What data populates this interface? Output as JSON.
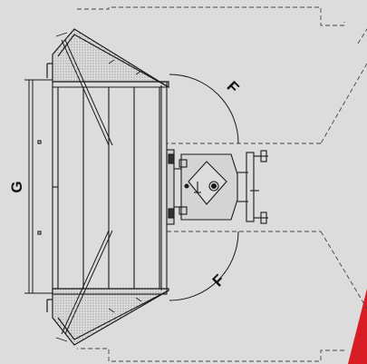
{
  "diagram": {
    "labels": {
      "g": "G",
      "f_top": "F",
      "f_bottom": "F"
    },
    "colors": {
      "background": "#dcdcdc",
      "line": "#1a1a1a",
      "accent": "#d81e24"
    }
  }
}
